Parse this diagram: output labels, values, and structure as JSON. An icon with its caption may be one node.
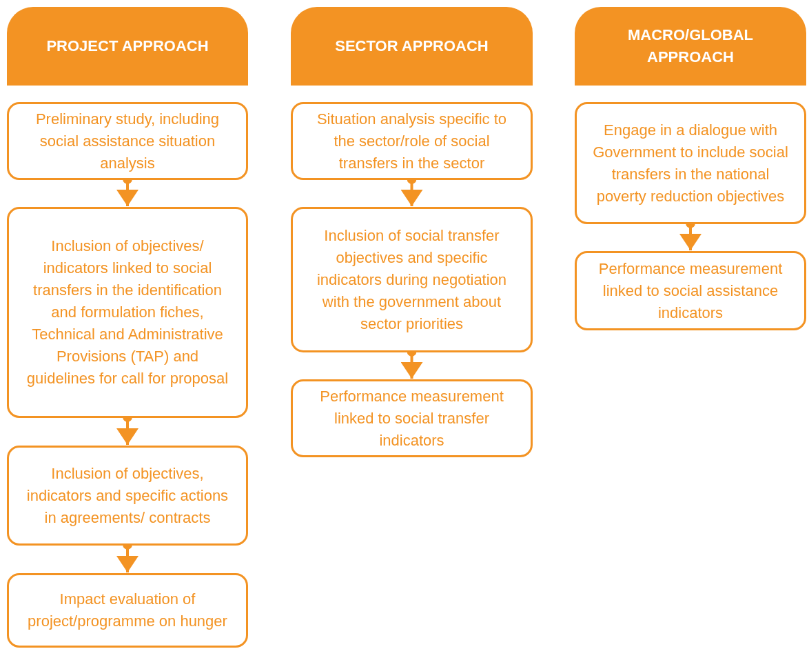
{
  "diagram": {
    "nodes": [
      {
        "text": [
          "PROJECT APPROACH"
        ]
      },
      {
        "text": [
          "Preliminary study, including social assistance situation analysis"
        ]
      },
      {
        "text": [
          "Inclusion of objectives/ indicators linked to social transfers in the identification and formulation fiches, Technical and Administrative Provisions (TAP) and guidelines for call for proposal"
        ]
      },
      {
        "text": [
          "Inclusion of objectives, indicators and specific actions in agreements/ contracts"
        ]
      },
      {
        "text": [
          "Impact evaluation of project/programme on hunger"
        ]
      },
      {
        "text": [
          "SECTOR APPROACH"
        ]
      },
      {
        "text": [
          "Situation analysis specific to the sector/role of social transfers in the sector"
        ]
      },
      {
        "text": [
          "Inclusion of social transfer objectives and specific indicators during negotiation with the government about sector priorities"
        ]
      },
      {
        "text": [
          "Performance measurement linked to social transfer indicators"
        ]
      },
      {
        "text": [
          "MACRO/GLOBAL APPROACH"
        ]
      },
      {
        "text": [
          "Engage in a dialogue with Government to include social transfers in the national poverty reduction objectives"
        ]
      },
      {
        "text": [
          "Performance measurement linked to social assistance indicators"
        ]
      }
    ],
    "edges": [
      {
        "from": 1,
        "to": 2,
        "arrow": "to"
      },
      {
        "from": 2,
        "to": 3,
        "arrow": "to"
      },
      {
        "from": 3,
        "to": 4,
        "arrow": "to"
      },
      {
        "from": 6,
        "to": 7,
        "arrow": "to"
      },
      {
        "from": 7,
        "to": 8,
        "arrow": "to"
      },
      {
        "from": 10,
        "to": 11,
        "arrow": "to"
      }
    ]
  }
}
